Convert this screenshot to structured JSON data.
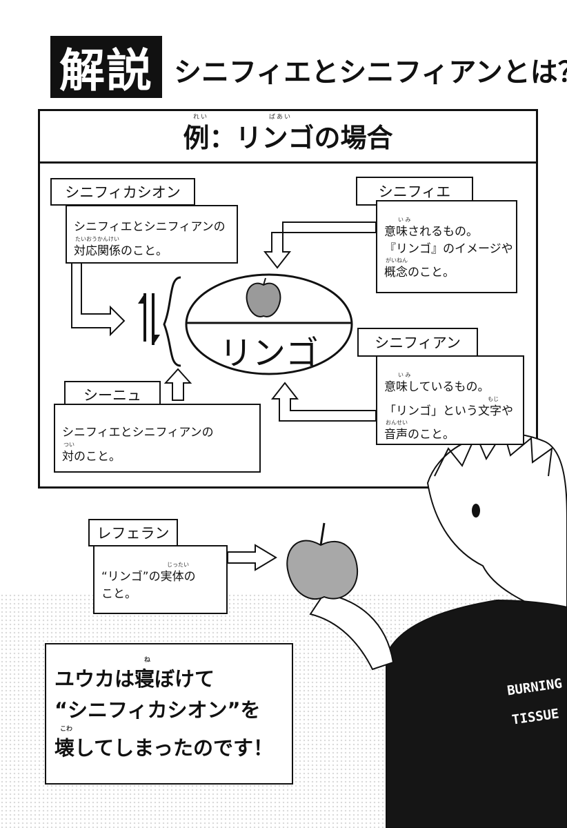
{
  "header": {
    "badge": "解説",
    "subtitle": "シニフィエとシニフィアンとは？"
  },
  "example": {
    "title": "例：リンゴの場合",
    "ruby": "れい　　　　　　　　ばあい"
  },
  "center": {
    "word": "リンゴ"
  },
  "boxes": {
    "signification": {
      "label": "シニフィカシオン",
      "ruby": "たいおうかんけい",
      "lines": [
        "シニフィエとシニフィアンの",
        "対応関係のこと。"
      ]
    },
    "signifie": {
      "label": "シニフィエ",
      "ruby1": "い み",
      "ruby2": "がいねん",
      "lines": [
        "意味されるもの。",
        "『リンゴ』のイメージや",
        "概念のこと。"
      ]
    },
    "signifiant": {
      "label": "シニフィアン",
      "ruby1": "い み",
      "ruby2": "もじ",
      "ruby3": "おんせい",
      "lines": [
        "意味しているもの。",
        "「リンゴ」という文字や",
        "音声のこと。"
      ]
    },
    "signe": {
      "label": "シーニュ",
      "ruby": "つい",
      "lines": [
        "シニフィエとシニフィアンの",
        "対のこと。"
      ]
    },
    "referent": {
      "label": "レフェラン",
      "ruby": "じったい",
      "lines": [
        "“リンゴ”の実体の",
        "こと。"
      ]
    }
  },
  "stamp": {
    "ruby1": "ね",
    "ruby2": "こわ",
    "lines": [
      "ユウカは寝ぼけて",
      "“シニフィカシオン”を",
      "壊してしまったのです！"
    ]
  },
  "shirt": {
    "line1": "BURNING",
    "line2": "TISSUE"
  },
  "colors": {
    "ink": "#111111",
    "paper": "#ffffff",
    "apple": "#8a8a8a"
  },
  "icons": [
    "apple-icon",
    "up-down-arrows-icon",
    "hollow-arrow-icon"
  ]
}
